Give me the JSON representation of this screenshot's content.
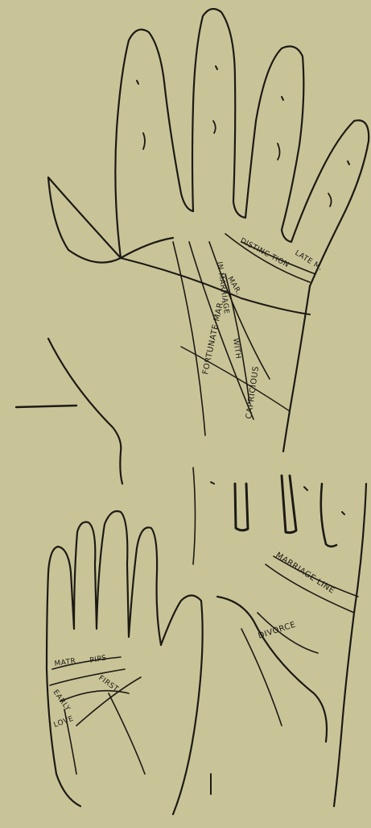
{
  "labels": {
    "fortunate_marriage": "FORTUNATE MAR.",
    "distinction": "DISTINC TION",
    "late_marriage": "LATE M.",
    "marriage": "MAR.",
    "in_marriage": "IN MARRIAGE",
    "unhappy_with": "WITH",
    "capricious": "CAPRICIOUS",
    "marriage_line": "MARRIAGE LINE",
    "divorce": "DIVORCE",
    "maturity": "MATR",
    "pips": "PIPS",
    "first": "FIRST",
    "early": "EARLY",
    "love": "LOVE"
  }
}
